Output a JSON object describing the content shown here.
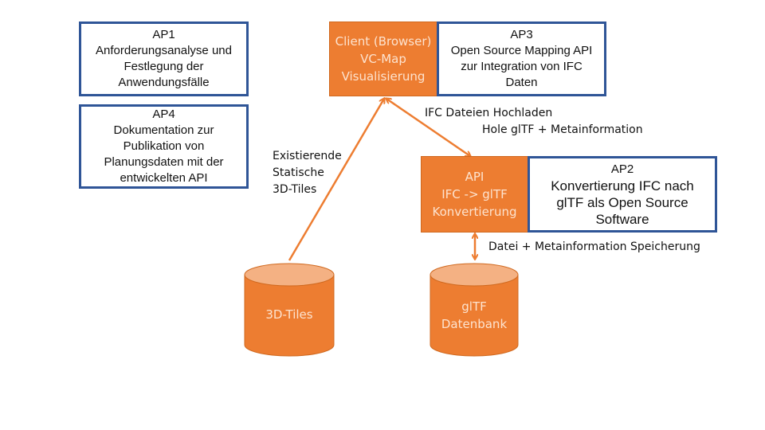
{
  "boxes": {
    "ap1": {
      "lines": [
        "AP1",
        "Anforderungsanalyse und",
        "Festlegung der",
        "Anwendungsfälle"
      ]
    },
    "ap4": {
      "lines": [
        "AP4",
        "Dokumentation zur",
        "Publikation von",
        "Planungsdaten mit der",
        "entwickelten API"
      ]
    },
    "ap3": {
      "lines": [
        "AP3",
        "Open Source Mapping API",
        "zur Integration von IFC",
        "Daten"
      ]
    },
    "ap2": {
      "lines": [
        "AP2",
        "Konvertierung IFC nach",
        "glTF als Open Source",
        "Software"
      ]
    },
    "client": {
      "lines": [
        "Client (Browser)",
        "VC-Map",
        "Visualisierung"
      ]
    },
    "api": {
      "lines": [
        "API",
        "IFC -> glTF",
        "Konvertierung"
      ]
    }
  },
  "databases": {
    "tiles": {
      "lines": [
        "3D-Tiles"
      ]
    },
    "gltf": {
      "lines": [
        "glTF",
        "Datenbank"
      ]
    }
  },
  "labels": {
    "existing": [
      "Existierende",
      "Statische",
      "3D-Tiles"
    ],
    "upload": "IFC Dateien Hochladen",
    "fetch": "Hole glTF + Metainformation",
    "storage": "Datei + Metainformation Speicherung"
  },
  "colors": {
    "orange": "#ed7d31",
    "orange_light": "#f4b183",
    "blue_border": "#2f5597"
  }
}
